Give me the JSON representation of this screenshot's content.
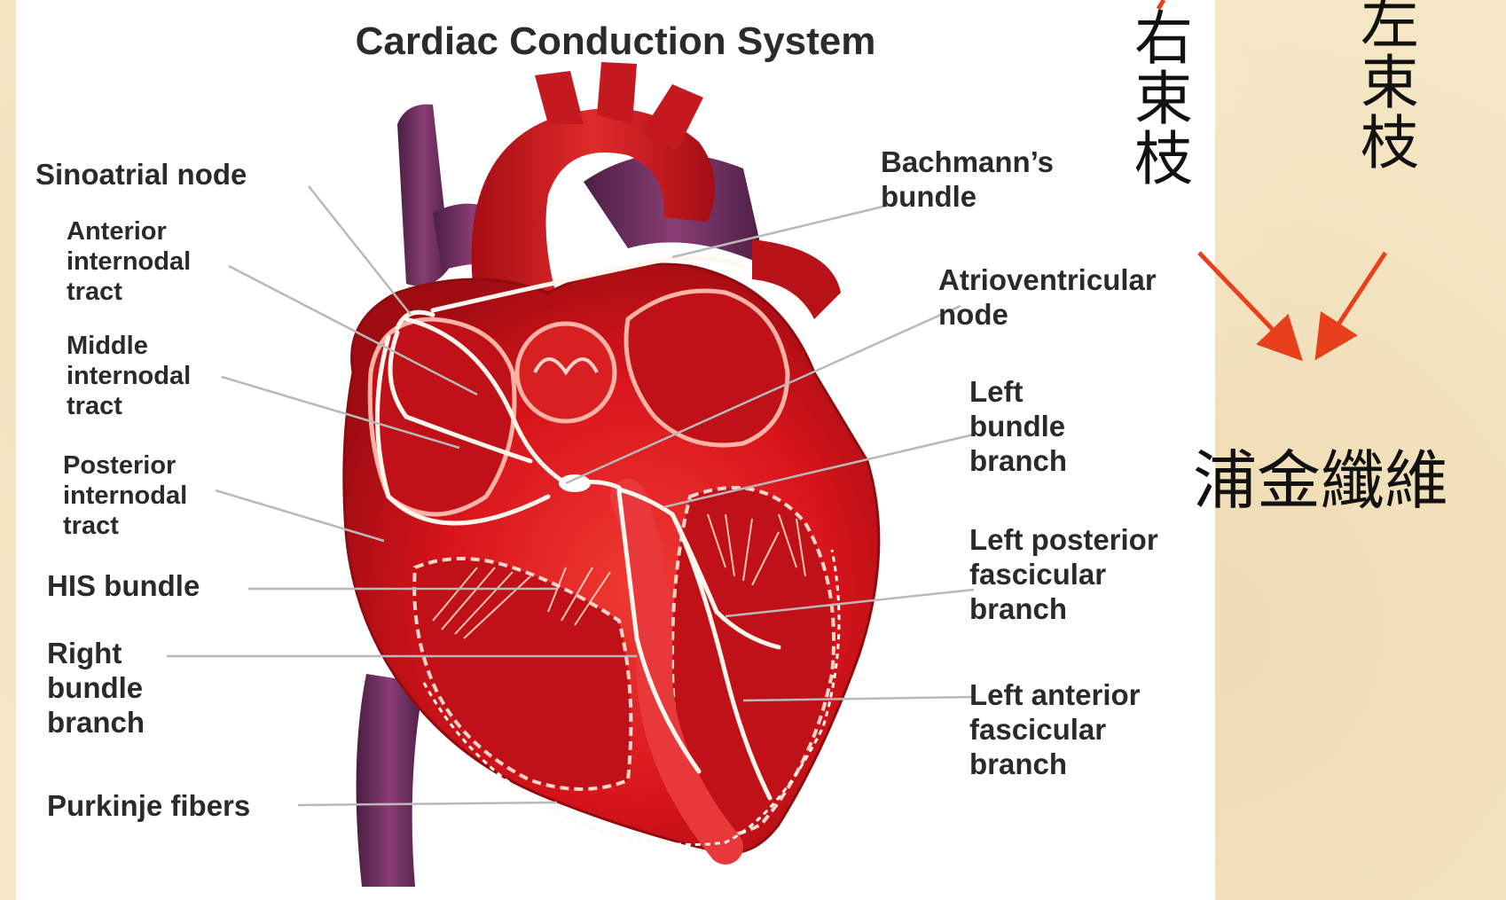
{
  "diagram": {
    "title": "Cardiac Conduction System",
    "labels": {
      "sinoatrial_node": "Sinoatrial node",
      "anterior_internodal_tract": "Anterior\ninternodal\ntract",
      "middle_internodal_tract": "Middle\ninternodal\ntract",
      "posterior_internodal_tract": "Posterior\ninternodal\ntract",
      "his_bundle": "HIS bundle",
      "right_bundle_branch": "Right\nbundle\nbranch",
      "purkinje_fibers": "Purkinje fibers",
      "bachmanns_bundle": "Bachmann’s\nbundle",
      "atrioventricular_node": "Atrioventricular\nnode",
      "left_bundle_branch": "Left\nbundle\nbranch",
      "left_posterior_fascicular_branch": "Left posterior\nfascicular\nbranch",
      "left_anterior_fascicular_branch": "Left anterior\nfascicular\nbranch"
    }
  },
  "annotations": {
    "right_bundle_branch_cn": "右束枝",
    "left_bundle_branch_cn": "左束枝",
    "purkinje_fibers_cn": "浦金纖維",
    "arrow_color": "#e8401c"
  },
  "colors": {
    "background": "#f5e6c4",
    "panel": "#ffffff",
    "heart_red": "#d8141b",
    "heart_dark": "#a50d14",
    "vessel_purple": "#6b2e5c",
    "conduction_line": "#fff6ee",
    "leader_line": "#b9b9b9"
  }
}
